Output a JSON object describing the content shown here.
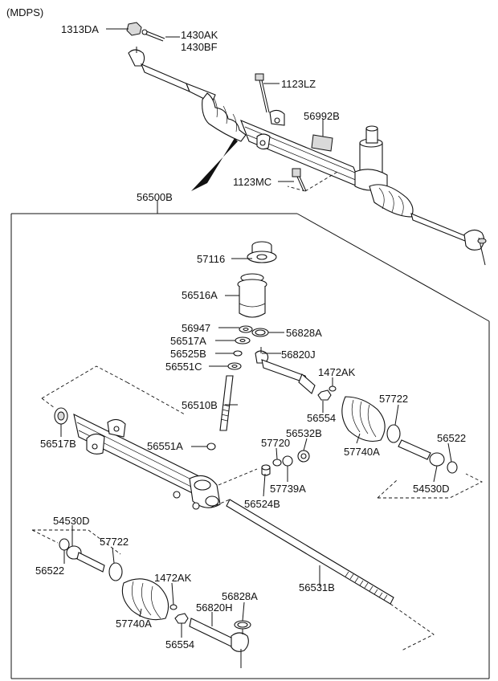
{
  "header": {
    "variant": "(MDPS)"
  },
  "labels": {
    "p1313DA": "1313DA",
    "p1430AK": "1430AK",
    "p1430BF": "1430BF",
    "p1123LZ": "1123LZ",
    "p56992B": "56992B",
    "p1123MC": "1123MC",
    "p56500B": "56500B",
    "p57116": "57116",
    "p56516A": "56516A",
    "p56947": "56947",
    "p56828A_top": "56828A",
    "p56517A": "56517A",
    "p56525B": "56525B",
    "p56820J": "56820J",
    "p56551C": "56551C",
    "p1472AK_top": "1472AK",
    "p56510B": "56510B",
    "p57722_right": "57722",
    "p56554_top": "56554",
    "p56517B": "56517B",
    "p56532B": "56532B",
    "p56522_right": "56522",
    "p56551A": "56551A",
    "p57720": "57720",
    "p57740A_right": "57740A",
    "p57739A": "57739A",
    "p54530D_right": "54530D",
    "p56524B": "56524B",
    "p54530D_left": "54530D",
    "p57722_left": "57722",
    "p56522_left": "56522",
    "p1472AK_bottom": "1472AK",
    "p56531B": "56531B",
    "p56828A_bottom": "56828A",
    "p56820H": "56820H",
    "p57740A_left": "57740A",
    "p56554_bottom": "56554"
  }
}
